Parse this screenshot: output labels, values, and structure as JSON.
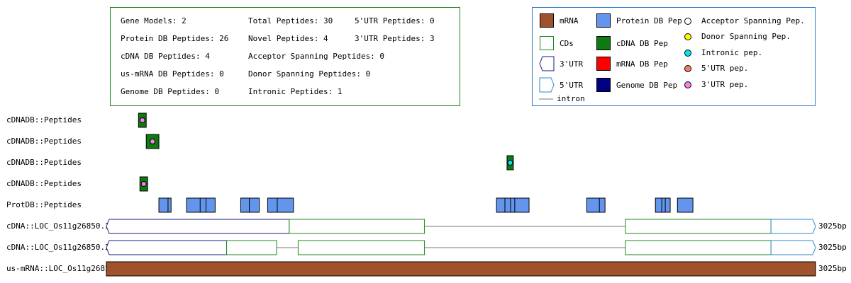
{
  "stats": {
    "gene_models": "Gene Models: 2",
    "total_peptides": "Total Peptides: 30",
    "utr5_peptides": "5'UTR Peptides: 0",
    "protein_db_peptides": "Protein DB Peptides: 26",
    "novel_peptides": "Novel Peptides: 4",
    "utr3_peptides": "3'UTR Peptides: 3",
    "cdna_db_peptides": "cDNA DB Peptides: 4",
    "acceptor_spanning": "Acceptor Spanning Peptides: 0",
    "usmrna_db_peptides": "us-mRNA DB Peptides: 0",
    "donor_spanning": "Donor Spanning Peptides: 0",
    "genome_db_peptides": "Genome DB Peptides: 0",
    "intronic_peptides": "Intronic Peptides: 1"
  },
  "legend": {
    "mrna": "mRNA",
    "cds": "CDs",
    "utr3": "3'UTR",
    "utr5": "5'UTR",
    "intron": "intron",
    "protein_db_pep": "Protein DB Pep",
    "cdna_db_pep": "cDNA DB Pep",
    "mrna_db_pep": "mRNA DB Pep",
    "genome_db_pep": "Genome DB Pep",
    "acceptor_spanning_pep": "Acceptor Spanning Pep.",
    "donor_spanning_pep": "Donor Spanning Pep.",
    "intronic_pep": "Intronic pep.",
    "utr5_pep": "5'UTR pep.",
    "utr3_pep": "3'UTR pep."
  },
  "colors": {
    "mrna": "#a0522d",
    "cds": "#1a8a1a",
    "utr3": "#1a1a80",
    "utr5": "#2a8ad0",
    "intron": "#bbbbbb",
    "protein_db_pep": "#6495ed",
    "cdna_db_pep": "#0f7a0f",
    "mrna_db_pep": "#ff0000",
    "genome_db_pep": "#000080",
    "acceptor_marker": "#ffffff",
    "donor_marker": "#ffff00",
    "intronic_marker": "#00e5ee",
    "utr5_marker": "#f08060",
    "utr3_marker": "#ee82ee"
  },
  "tracks": [
    {
      "label": "cDNADB::Peptides"
    },
    {
      "label": "cDNADB::Peptides"
    },
    {
      "label": "cDNADB::Peptides"
    },
    {
      "label": "cDNADB::Peptides"
    },
    {
      "label": "ProtDB::Peptides"
    },
    {
      "label": "cDNA::LOC_Os11g26850.3",
      "length": "3025bp"
    },
    {
      "label": "cDNA::LOC_Os11g26850.2",
      "length": "3025bp"
    },
    {
      "label": "us-mRNA::LOC_Os11g26850",
      "length": "3025bp"
    }
  ],
  "gene_length_bp": 3025,
  "cdna_peptides": [
    {
      "start": 137,
      "end": 170,
      "marker": "utr3"
    },
    {
      "start": 170,
      "end": 224,
      "marker": "utr3"
    },
    {
      "start": 1709,
      "end": 1736,
      "marker": "intronic"
    },
    {
      "start": 143,
      "end": 176,
      "marker": "utr3"
    }
  ],
  "prot_peptides": [
    [
      224,
      264
    ],
    [
      263,
      276
    ],
    [
      342,
      401
    ],
    [
      400,
      426
    ],
    [
      425,
      464
    ],
    [
      573,
      612
    ],
    [
      610,
      652
    ],
    [
      688,
      733
    ],
    [
      729,
      798
    ],
    [
      1664,
      1703
    ],
    [
      1700,
      1727
    ],
    [
      1724,
      1745
    ],
    [
      1742,
      1803
    ],
    [
      2049,
      2105
    ],
    [
      2103,
      2127
    ],
    [
      2342,
      2372
    ],
    [
      2369,
      2387
    ],
    [
      2384,
      2405
    ],
    [
      2436,
      2502
    ]
  ],
  "transcripts": [
    {
      "utr3": [
        0,
        780
      ],
      "cds": [
        [
          780,
          1357
        ],
        [
          2214,
          2835
        ]
      ],
      "utr5": [
        2835,
        3025
      ]
    },
    {
      "utr3": [
        0,
        513
      ],
      "cds": [
        [
          513,
          726
        ],
        [
          818,
          1357
        ],
        [
          2214,
          2835
        ]
      ],
      "utr5": [
        2835,
        3025
      ]
    }
  ]
}
